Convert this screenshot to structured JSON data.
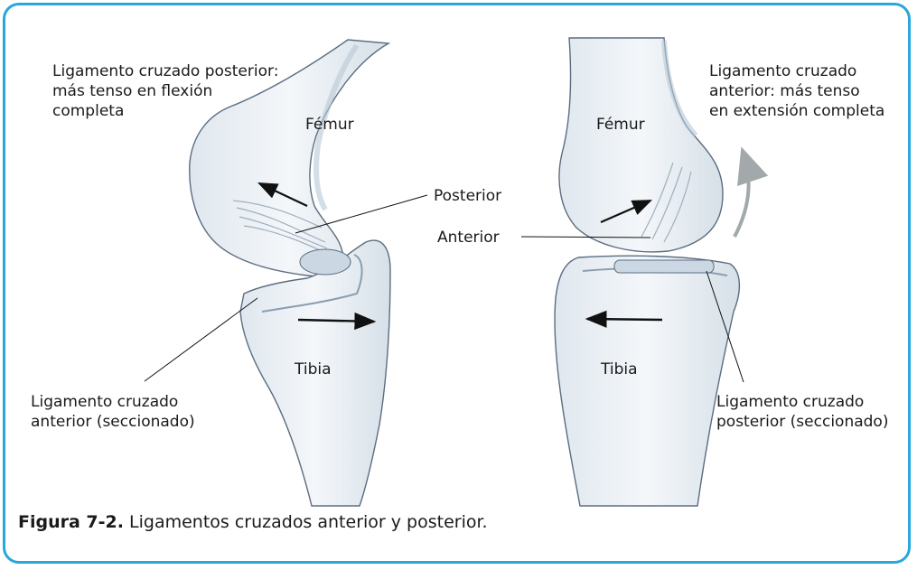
{
  "labels": {
    "pcl_flexion": "Ligamento cruzado posterior:\nmás tenso en flexión\ncompleta",
    "acl_extension": "Ligamento cruzado\nanterior: más tenso\nen extensión completa",
    "femur_left": "Fémur",
    "femur_right": "Fémur",
    "posterior": "Posterior",
    "anterior": "Anterior",
    "tibia_left": "Tibia",
    "tibia_right": "Tibia",
    "acl_cut": "Ligamento cruzado\nanterior (seccionado)",
    "pcl_cut": "Ligamento cruzado\nposterior (seccionado)"
  },
  "caption": {
    "figure_number": "Figura 7-2.",
    "text": "Ligamentos cruzados anterior y posterior."
  },
  "colors": {
    "frame": "#27a7dc",
    "bone_fill": "#eef3f7",
    "bone_shade": "#b8c8d6",
    "bone_outline": "#5b6d80",
    "arrow_gray": "#a3a8ab"
  }
}
